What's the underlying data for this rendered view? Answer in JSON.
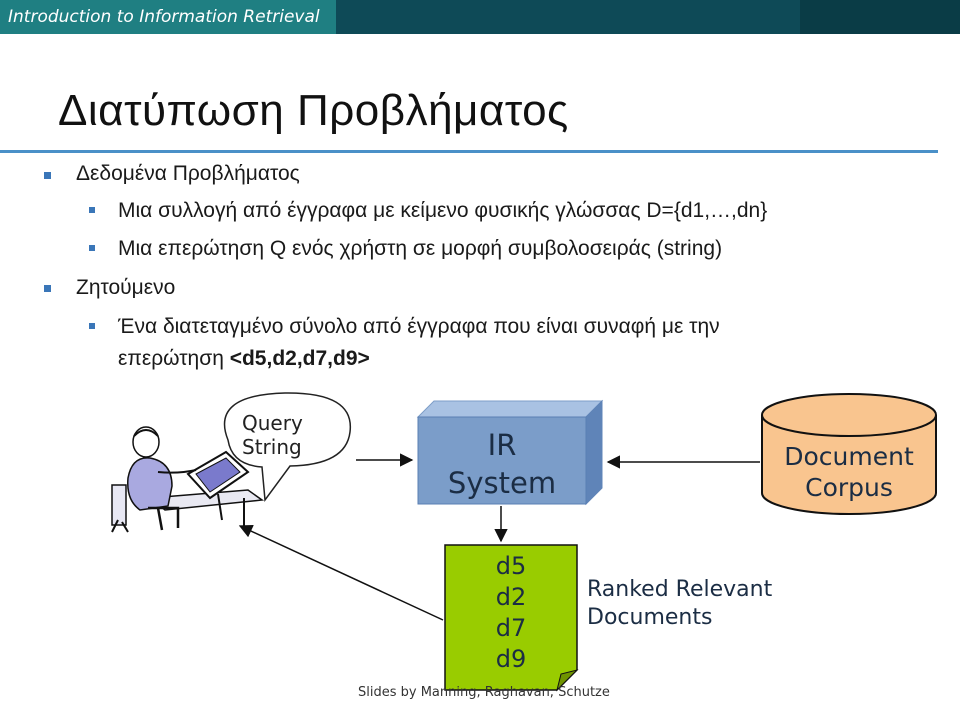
{
  "header": {
    "course_title": "Introduction to Information Retrieval"
  },
  "slide": {
    "title": "Διατύπωση Προβλήματος",
    "bullets": {
      "b1": "Δεδομένα Προβλήματος",
      "b1_1": "Μια συλλογή από έγγραφα με κείμενο φυσικής γλώσσας D={d1,…,dn}",
      "b1_2": "Μια επερώτηση Q ενός χρήστη σε μορφή συμβολοσειράς (string)",
      "b2": "Ζητούμενο",
      "b2_1_line1": "Ένα διατεταγμένο σύνολο από έγγραφα που είναι συναφή με την",
      "b2_1_line2_prefix": "επερώτηση ",
      "b2_1_line2_bold": "<d5,d2,d7,d9>"
    }
  },
  "diagram": {
    "query_bubble": {
      "line1": "Query",
      "line2": "String"
    },
    "ir_box": {
      "line1": "IR",
      "line2": "System"
    },
    "corpus": {
      "line1": "Document",
      "line2": "Corpus"
    },
    "results": [
      "d5",
      "d2",
      "d7",
      "d9"
    ],
    "ranked_label": {
      "line1": "Ranked Relevant",
      "line2": "Documents"
    },
    "colors": {
      "ir_box": "#7b9dc9",
      "corpus": "#f9c58f",
      "results": "#99cc00",
      "bullet": "#3a76b8"
    }
  },
  "footer": {
    "credit": "Slides by Manning, Raghavan, Schutze"
  }
}
